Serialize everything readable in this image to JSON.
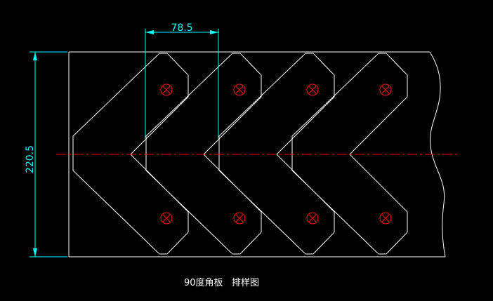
{
  "drawing": {
    "caption": "90度角板   排样图",
    "dimension_horizontal": "78.5",
    "dimension_vertical": "220.5",
    "part_count": 4,
    "holes_per_part": 2,
    "colors": {
      "background": "#000000",
      "outline": "#ffffff",
      "dimension": "#00ffff",
      "centerline": "#ff0000",
      "hole_circle": "#ff0000",
      "hole_cross": "#ff0000"
    }
  }
}
